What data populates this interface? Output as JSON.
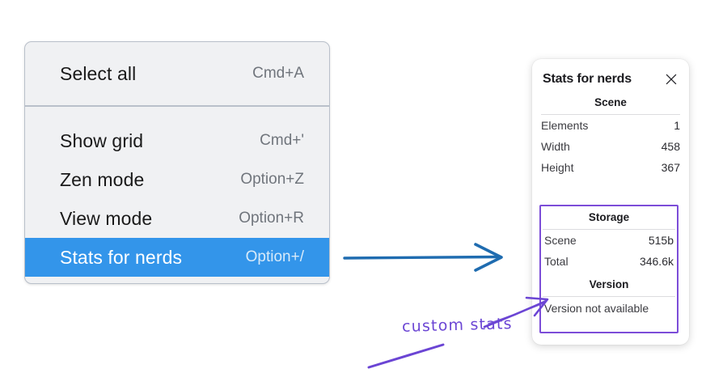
{
  "menu": {
    "groups": [
      {
        "items": [
          {
            "label": "Select all",
            "shortcut": "Cmd+A",
            "highlighted": false
          }
        ]
      },
      {
        "items": [
          {
            "label": "Show grid",
            "shortcut": "Cmd+'",
            "highlighted": false
          },
          {
            "label": "Zen mode",
            "shortcut": "Option+Z",
            "highlighted": false
          },
          {
            "label": "View mode",
            "shortcut": "Option+R",
            "highlighted": false
          },
          {
            "label": "Stats for nerds",
            "shortcut": "Option+/",
            "highlighted": true
          }
        ]
      }
    ],
    "highlight_color": "#3395ea"
  },
  "stats_panel": {
    "title": "Stats for nerds",
    "close_icon": "close-icon",
    "scene": {
      "heading": "Scene",
      "rows": [
        {
          "label": "Elements",
          "value": "1"
        },
        {
          "label": "Width",
          "value": "458"
        },
        {
          "label": "Height",
          "value": "367"
        }
      ]
    },
    "storage": {
      "heading": "Storage",
      "rows": [
        {
          "label": "Scene",
          "value": "515b"
        },
        {
          "label": "Total",
          "value": "346.6k"
        }
      ]
    },
    "version": {
      "heading": "Version",
      "text": "Version not available"
    },
    "highlight_box_color": "#7c4dd8"
  },
  "annotations": {
    "custom_stats_label": "custom stats",
    "annotation_color": "#6b45d4",
    "flow_arrow_color": "#1f6cb0"
  }
}
